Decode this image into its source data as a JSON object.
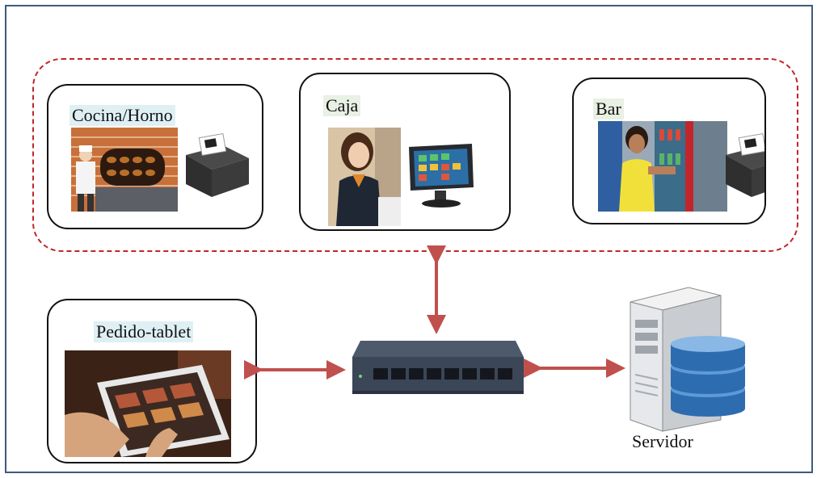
{
  "nodes": {
    "cocina": {
      "label": "Cocina/Horno"
    },
    "caja": {
      "label": "Caja"
    },
    "bar": {
      "label": "Bar"
    },
    "pedido": {
      "label": "Pedido-tablet"
    },
    "servidor": {
      "label": "Servidor"
    }
  },
  "colors": {
    "frame": "#3d5a80",
    "group_dash": "#c0262b",
    "arrow": "#c0504d",
    "switch_body": "#3b4656"
  },
  "icons": [
    "kitchen-oven-photo",
    "receipt-printer-icon",
    "cashier-photo",
    "pos-terminal-icon",
    "bar-fridge-photo",
    "tablet-order-photo",
    "network-switch-icon",
    "server-tower-icon",
    "database-icon"
  ]
}
